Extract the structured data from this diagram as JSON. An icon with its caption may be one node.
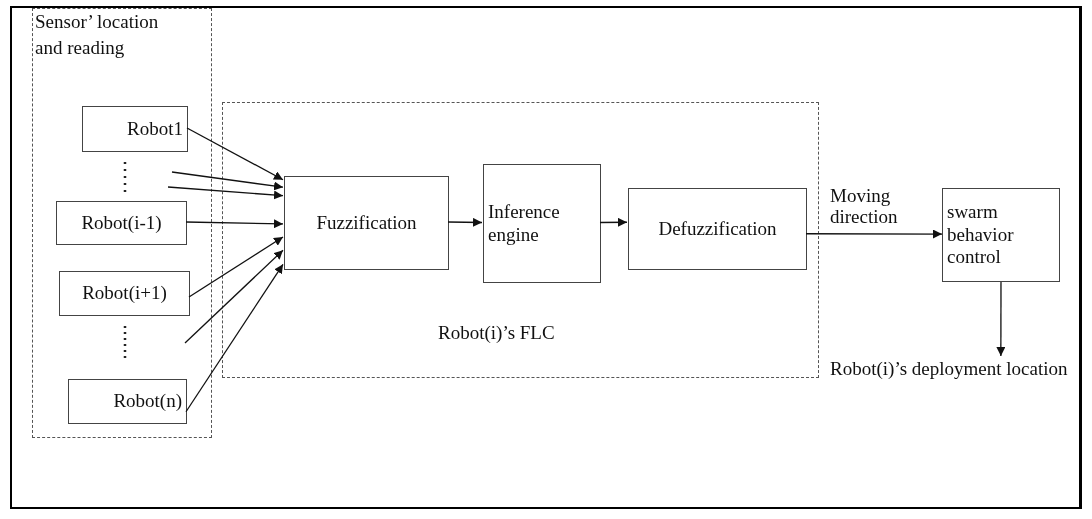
{
  "diagram": {
    "nodes": [
      {
        "text": [
          "Sensor’ location and reading"
        ]
      },
      {
        "text": [
          "Robot1"
        ],
        "in": 0
      },
      {
        "text": [
          "Robot(i-1)"
        ],
        "in": 0
      },
      {
        "text": [
          "Robot(i+1)"
        ],
        "in": 0
      },
      {
        "text": [
          "Robot(n)"
        ],
        "in": 0
      },
      {
        "text": [
          "Robot(i)’s FLC"
        ]
      },
      {
        "text": [
          "Fuzzification"
        ],
        "in": 5
      },
      {
        "text": [
          "Inference engine"
        ],
        "in": 5
      },
      {
        "text": [
          "Defuzzification"
        ],
        "in": 5
      },
      {
        "text": [
          "swarm behavior control"
        ]
      },
      {
        "text": [
          "Robot(i)’s deployment location"
        ]
      }
    ],
    "edges": [
      {
        "from": 1,
        "to": 6,
        "arrow": "to"
      },
      {
        "from": null,
        "to": 6,
        "arrow": "to"
      },
      {
        "from": null,
        "to": 6,
        "arrow": "to"
      },
      {
        "from": 2,
        "to": 6,
        "arrow": "to"
      },
      {
        "from": 3,
        "to": 6,
        "arrow": "to"
      },
      {
        "from": null,
        "to": 6,
        "arrow": "to"
      },
      {
        "from": 4,
        "to": 6,
        "arrow": "to"
      },
      {
        "from": 6,
        "to": 7,
        "arrow": "to"
      },
      {
        "from": 7,
        "to": 8,
        "arrow": "to"
      },
      {
        "from": 8,
        "to": 9,
        "arrow": "to",
        "label": "Moving direction"
      },
      {
        "from": 9,
        "to": 10,
        "arrow": "to"
      }
    ]
  }
}
